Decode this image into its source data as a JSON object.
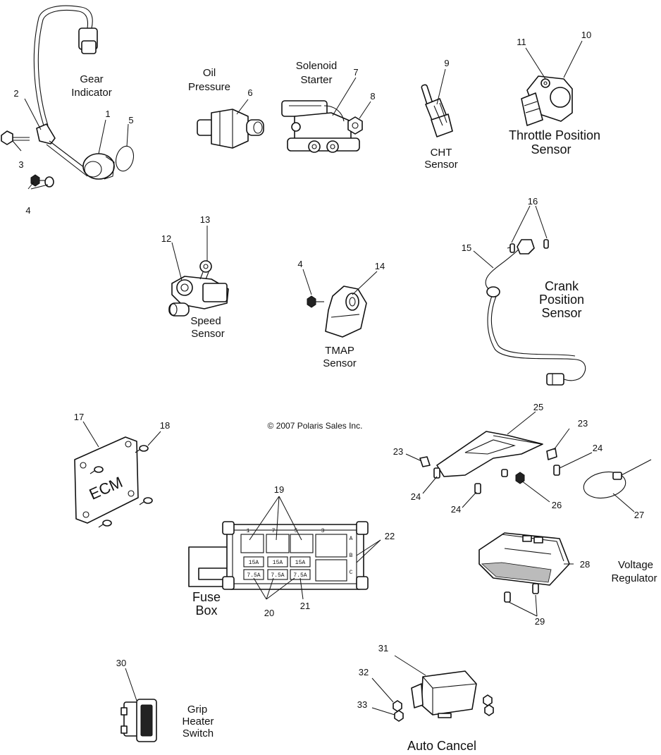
{
  "copyright": "© 2007 Polaris Sales Inc.",
  "labels": {
    "gear_indicator": [
      "Gear",
      "Indicator"
    ],
    "oil_pressure": [
      "Oil",
      "Pressure"
    ],
    "solenoid_starter": [
      "Solenoid",
      "Starter"
    ],
    "cht_sensor": [
      "CHT",
      "Sensor"
    ],
    "throttle_position_sensor": [
      "Throttle Position",
      "Sensor"
    ],
    "crank_position_sensor": [
      "Crank",
      "Position",
      "Sensor"
    ],
    "speed_sensor": [
      "Speed",
      "Sensor"
    ],
    "tmap_sensor": [
      "TMAP",
      "Sensor"
    ],
    "fuse_box": [
      "Fuse",
      "Box"
    ],
    "voltage_regulator": [
      "Voltage",
      "Regulator"
    ],
    "grip_heater_switch": [
      "Grip",
      "Heater",
      "Switch"
    ],
    "auto_cancel": "Auto Cancel",
    "ecm": "ECM"
  },
  "callouts": {
    "c1": "1",
    "c2": "2",
    "c3": "3",
    "c4a": "4",
    "c4b": "4",
    "c5": "5",
    "c6": "6",
    "c7": "7",
    "c8": "8",
    "c9": "9",
    "c10": "10",
    "c11": "11",
    "c12": "12",
    "c13": "13",
    "c14": "14",
    "c15": "15",
    "c16": "16",
    "c17": "17",
    "c18": "18",
    "c19": "19",
    "c20": "20",
    "c21": "21",
    "c22": "22",
    "c23a": "23",
    "c23b": "23",
    "c24a": "24",
    "c24b": "24",
    "c24c": "24",
    "c25": "25",
    "c26": "26",
    "c27": "27",
    "c28": "28",
    "c29": "29",
    "c30": "30",
    "c31": "31",
    "c32": "32",
    "c33": "33"
  },
  "fuse_box": {
    "top_numbers": [
      "1",
      "7",
      "5",
      "3"
    ],
    "side_letters": [
      "A",
      "B",
      "C"
    ],
    "fuse_ratings": [
      "15A",
      "15A",
      "15A",
      "7.5A",
      "7.5A",
      "7.5A"
    ]
  }
}
